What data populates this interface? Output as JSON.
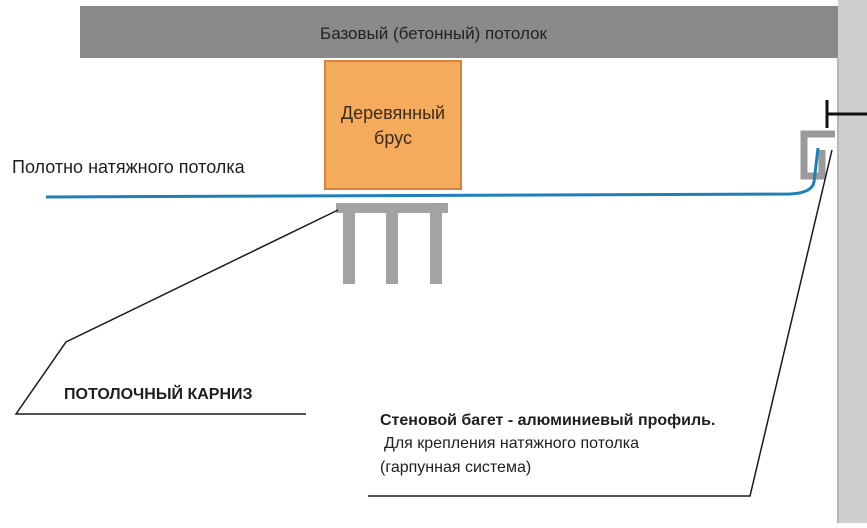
{
  "diagram": {
    "concrete_ceiling_label": "Базовый (бетонный) потолок",
    "wood_beam_label_line1": "Деревянный",
    "wood_beam_label_line2": "брус",
    "stretch_film_label": "Полотно натяжного потолка",
    "curtain_rail_label": "ПОТОЛОЧНЫЙ КАРНИЗ",
    "wall_profile_title": "Стеновой багет - алюминиевый профиль.",
    "wall_profile_desc_line1": "Для крепления натяжного потолка",
    "wall_profile_desc_line2": "(гарпунная система)"
  },
  "colors": {
    "concrete": "#8a8a8a",
    "concrete_edge": "#6f6f6f",
    "wood": "#f5ab5c",
    "wood_edge": "#d9823a",
    "film": "#1f7fb8",
    "rail": "#a3a3a3",
    "wall": "#cfcfcf",
    "profile": "#9a9a9a",
    "leader": "#1a1a1a"
  }
}
